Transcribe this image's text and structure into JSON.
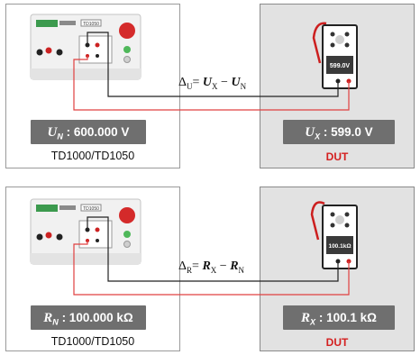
{
  "top": {
    "reference_readout": {
      "symbol": "U",
      "subscript": "N",
      "value": ": 600.000 V"
    },
    "reference_caption": "TD1000/TD1050",
    "dut_readout": {
      "symbol": "U",
      "subscript": "X",
      "value": ": 599.0 V"
    },
    "dut_label": "DUT",
    "meter_display": "599.0V",
    "device_badge": "TD1050",
    "formula": {
      "delta": "Δ",
      "delta_sub": "U",
      "eq": "= ",
      "a": "U",
      "a_sub": "X",
      "minus": " − ",
      "b": "U",
      "b_sub": "N"
    }
  },
  "bottom": {
    "reference_readout": {
      "symbol": "R",
      "subscript": "N",
      "value": ": 100.000 kΩ"
    },
    "reference_caption": "TD1000/TD1050",
    "dut_readout": {
      "symbol": "R",
      "subscript": "X",
      "value": ": 100.1 kΩ"
    },
    "dut_label": "DUT",
    "meter_display": "100.1kΩ",
    "device_badge": "TD1050",
    "formula": {
      "delta": "Δ",
      "delta_sub": "R",
      "eq": "= ",
      "a": "R",
      "a_sub": "X",
      "minus": " − ",
      "b": "R",
      "b_sub": "N"
    }
  },
  "colors": {
    "readout_bg": "#6f6f6f",
    "dut_panel_bg": "#e2e2e2",
    "wire_red": "#e04040",
    "wire_black": "#222222",
    "dut_text": "#d42020"
  }
}
